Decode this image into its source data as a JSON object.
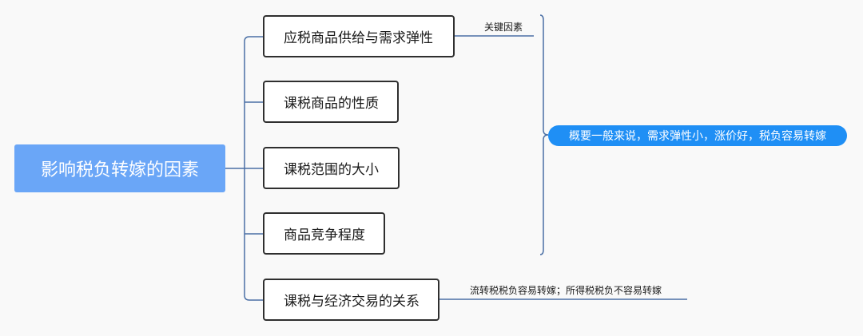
{
  "root": {
    "label": "影响税负转嫁的因素"
  },
  "branches": [
    {
      "label": "应税商品供给与需求弹性",
      "note": "关键因素"
    },
    {
      "label": "课税商品的性质"
    },
    {
      "label": "课税范围的大小"
    },
    {
      "label": "商品竞争程度"
    },
    {
      "label": "课税与经济交易的关系",
      "note": "流转税税负容易转嫁；所得税税负不容易转嫁"
    }
  ],
  "summary": {
    "label": "概要一般来说，需求弹性小，涨价好，税负容易转嫁"
  },
  "colors": {
    "root_fill": "#6aa6f7",
    "summary_fill": "#1f8ff5",
    "connector": "#4a6fa5",
    "border": "#2f2f2f"
  }
}
